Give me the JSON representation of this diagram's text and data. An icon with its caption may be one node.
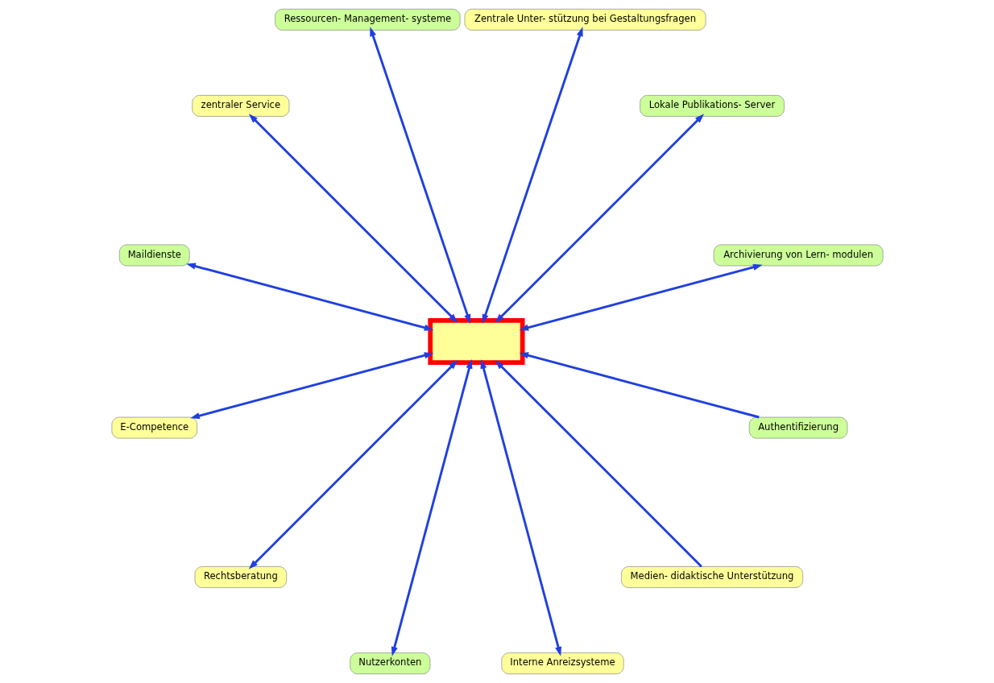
{
  "diagram": {
    "nodes": [
      {
        "text": [
          "Medien- didaktische Unterstützung"
        ]
      },
      {
        "text": [
          "Archivierung von Lern- modulen"
        ]
      },
      {
        "text": [
          "Lokale Publikations- Server"
        ]
      },
      {
        "text": [
          "Authentifizierung"
        ]
      },
      {
        "text": [
          "Zentrale Unter- stützung bei Gestaltungsfragen"
        ]
      },
      {
        "text": [],
        "shape": "box"
      },
      {
        "text": [
          "Ressourcen- Management- systeme"
        ]
      },
      {
        "text": [
          "zentraler Service"
        ]
      },
      {
        "text": [
          "Maildienste"
        ]
      },
      {
        "text": [
          "E-Competence"
        ]
      },
      {
        "text": [
          "Rechtsberatung"
        ]
      },
      {
        "text": [
          "Nutzerkonten"
        ]
      },
      {
        "text": [
          "Interne Anreizsysteme"
        ]
      }
    ],
    "edges": [
      {
        "from": 0,
        "to": 5,
        "arrow": "to"
      },
      {
        "from": 5,
        "to": 1,
        "arrow": "both"
      },
      {
        "from": 5,
        "to": 2,
        "arrow": "both"
      },
      {
        "from": 3,
        "to": 5,
        "arrow": "to"
      },
      {
        "from": 5,
        "to": 4,
        "arrow": "both"
      },
      {
        "from": 5,
        "to": 6,
        "arrow": "both"
      },
      {
        "from": 5,
        "to": 7,
        "arrow": "both"
      },
      {
        "from": 5,
        "to": 8,
        "arrow": "both"
      },
      {
        "from": 5,
        "to": 9,
        "arrow": "both"
      },
      {
        "from": 5,
        "to": 10,
        "arrow": "both"
      },
      {
        "from": 5,
        "to": 11,
        "arrow": "both"
      },
      {
        "from": 5,
        "to": 12,
        "arrow": "both"
      }
    ]
  }
}
